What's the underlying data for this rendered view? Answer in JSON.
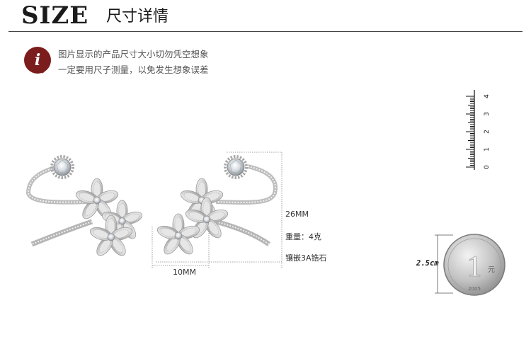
{
  "header": {
    "title_en": "SIZE",
    "title_zh": "尺寸详情"
  },
  "notice": {
    "icon": "info-i-icon",
    "icon_color": "#7b1d1d",
    "line1": "图片显示的产品尺寸大小切勿凭空想象",
    "line2": "一定要用尺子测量，以免发生想象误差"
  },
  "ruler": {
    "labels": [
      "0",
      "1",
      "2",
      "3",
      "4"
    ]
  },
  "dimensions": {
    "height": "26MM",
    "weight": "重量：4克",
    "stone": "镶嵌3A锆石",
    "width": "10MM"
  },
  "coin": {
    "size_label": "2.5cm",
    "denomination": "1",
    "unit": "元",
    "year": "2005"
  }
}
